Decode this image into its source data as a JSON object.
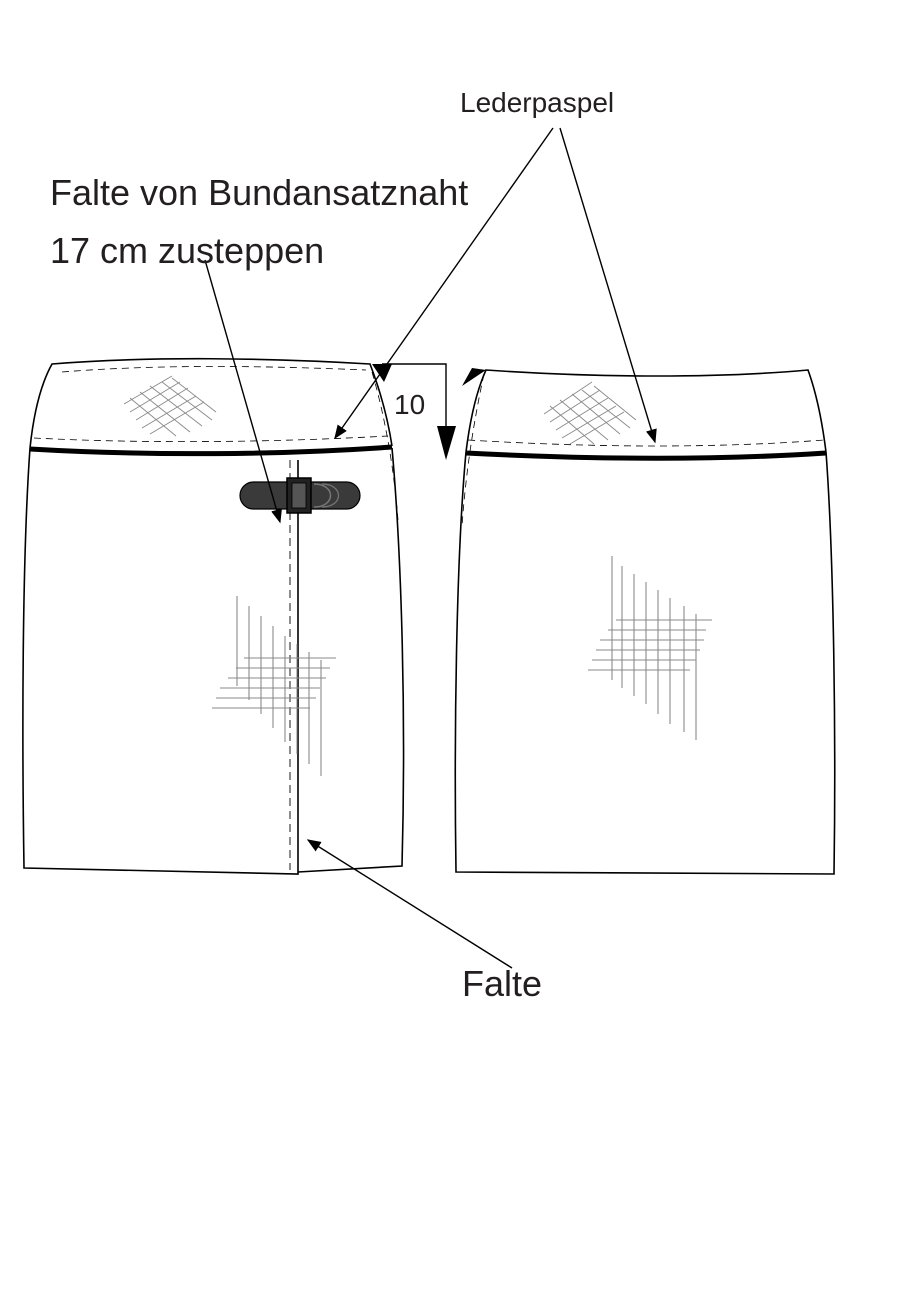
{
  "labels": {
    "lederpaspel": "Lederpaspel",
    "falte_line1": "Falte von Bundansatznaht",
    "falte_line2": "17 cm zusteppen",
    "measure": "10",
    "falte": "Falte"
  },
  "colors": {
    "line": "#000000",
    "text": "#231f20",
    "buckle": "#3a3a3a",
    "texture": "#8a8a8a"
  }
}
